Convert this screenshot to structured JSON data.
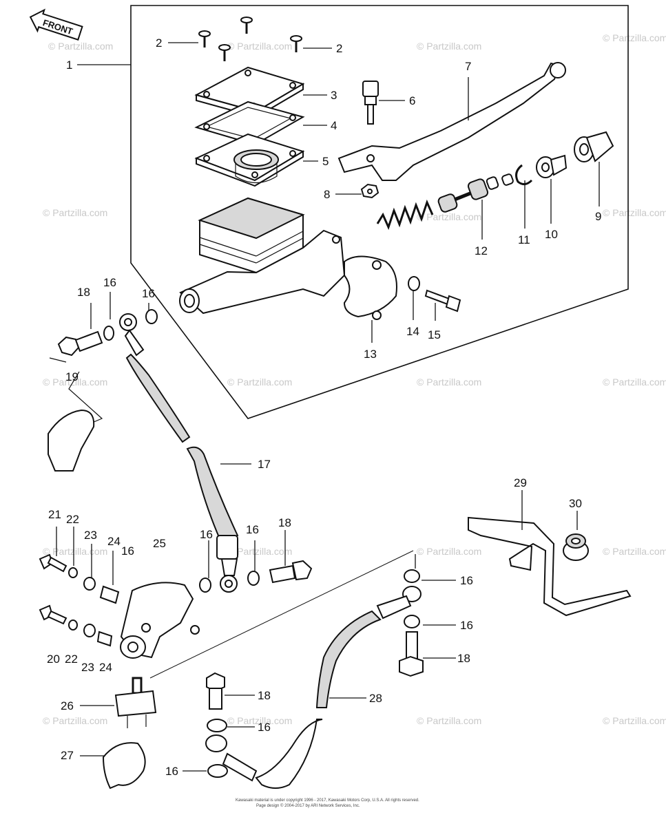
{
  "front_label": "FRONT",
  "watermark": "© Partzilla.com",
  "copyright_lines": [
    "Kawasaki material is under copyright 1996 - 2017, Kawasaki Motors Corp, U.S.A. All rights reserved.",
    "Page design © 2004-2017 by ARI Network Services, Inc."
  ],
  "callouts": [
    "1",
    "2",
    "2",
    "3",
    "4",
    "5",
    "6",
    "7",
    "8",
    "9",
    "10",
    "11",
    "12",
    "13",
    "14",
    "15",
    "16",
    "16",
    "17",
    "18",
    "19",
    "16",
    "16",
    "18",
    "21",
    "22",
    "23",
    "24",
    "25",
    "16",
    "20",
    "22",
    "23",
    "24",
    "16",
    "18",
    "26",
    "18",
    "28",
    "16",
    "27",
    "16",
    "29",
    "30"
  ]
}
